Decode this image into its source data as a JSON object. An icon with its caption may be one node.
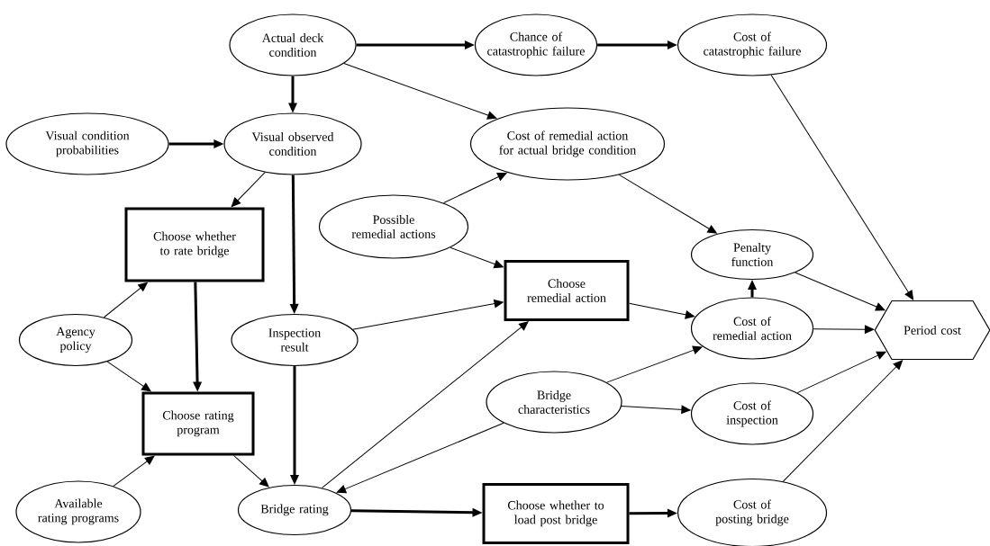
{
  "diagram": {
    "nodes": [
      {
        "text": [
          "Actual deck condition"
        ]
      },
      {
        "text": [
          "Chance of catastrophic failure"
        ]
      },
      {
        "text": [
          "Cost of catastrophic failure"
        ]
      },
      {
        "text": [
          "Visual condition probabilities"
        ]
      },
      {
        "text": [
          "Visual observed condition"
        ]
      },
      {
        "text": [
          "Cost of remedial action for actual bridge condition"
        ]
      },
      {
        "text": [
          "Possible remedial actions"
        ]
      },
      {
        "text": [
          "Penalty function"
        ]
      },
      {
        "text": [
          "Choose whether to rate bridge"
        ]
      },
      {
        "text": [
          "Choose remedial action"
        ]
      },
      {
        "text": [
          "Agency policy"
        ]
      },
      {
        "text": [
          "Inspection result"
        ]
      },
      {
        "text": [
          "Cost of remedial action"
        ]
      },
      {
        "text": [
          "Period cost"
        ]
      },
      {
        "text": [
          "Choose rating program"
        ]
      },
      {
        "text": [
          "Bridge characteristics"
        ]
      },
      {
        "text": [
          "Cost of inspection"
        ]
      },
      {
        "text": [
          "Available rating programs"
        ]
      },
      {
        "text": [
          "Bridge rating"
        ]
      },
      {
        "text": [
          "Choose whether to load post bridge"
        ]
      },
      {
        "text": [
          "Cost of posting bridge"
        ]
      }
    ],
    "edges": [
      {
        "from": 0,
        "to": 1,
        "arrow": "to",
        "style": "thick"
      },
      {
        "from": 1,
        "to": 2,
        "arrow": "to",
        "style": "thick"
      },
      {
        "from": 0,
        "to": 4,
        "arrow": "to",
        "style": "thick"
      },
      {
        "from": 0,
        "to": 5,
        "arrow": "to"
      },
      {
        "from": 3,
        "to": 4,
        "arrow": "to",
        "style": "thick"
      },
      {
        "from": 4,
        "to": 8,
        "arrow": "to"
      },
      {
        "from": 4,
        "to": 11,
        "arrow": "to",
        "style": "thick"
      },
      {
        "from": 6,
        "to": 5,
        "arrow": "to"
      },
      {
        "from": 6,
        "to": 9,
        "arrow": "to"
      },
      {
        "from": 5,
        "to": 7,
        "arrow": "to"
      },
      {
        "from": 2,
        "to": 13,
        "arrow": "to"
      },
      {
        "from": 7,
        "to": 13,
        "arrow": "to"
      },
      {
        "from": 12,
        "to": 7,
        "arrow": "to",
        "style": "thick"
      },
      {
        "from": 10,
        "to": 8,
        "arrow": "to"
      },
      {
        "from": 10,
        "to": 14,
        "arrow": "to"
      },
      {
        "from": 8,
        "to": 14,
        "arrow": "to",
        "style": "thick"
      },
      {
        "from": 11,
        "to": 9,
        "arrow": "to"
      },
      {
        "from": 11,
        "to": 18,
        "arrow": "to",
        "style": "thick"
      },
      {
        "from": 14,
        "to": 18,
        "arrow": "to"
      },
      {
        "from": 17,
        "to": 14,
        "arrow": "to"
      },
      {
        "from": 18,
        "to": 9,
        "arrow": "to"
      },
      {
        "from": 15,
        "to": 18,
        "arrow": "to"
      },
      {
        "from": 15,
        "to": 12,
        "arrow": "to"
      },
      {
        "from": 15,
        "to": 16,
        "arrow": "to"
      },
      {
        "from": 9,
        "to": 12,
        "arrow": "to"
      },
      {
        "from": 12,
        "to": 13,
        "arrow": "to"
      },
      {
        "from": 16,
        "to": 13,
        "arrow": "to"
      },
      {
        "from": 18,
        "to": 19,
        "arrow": "to",
        "style": "thick"
      },
      {
        "from": 19,
        "to": 20,
        "arrow": "to",
        "style": "thick"
      },
      {
        "from": 20,
        "to": 13,
        "arrow": "to"
      }
    ]
  }
}
